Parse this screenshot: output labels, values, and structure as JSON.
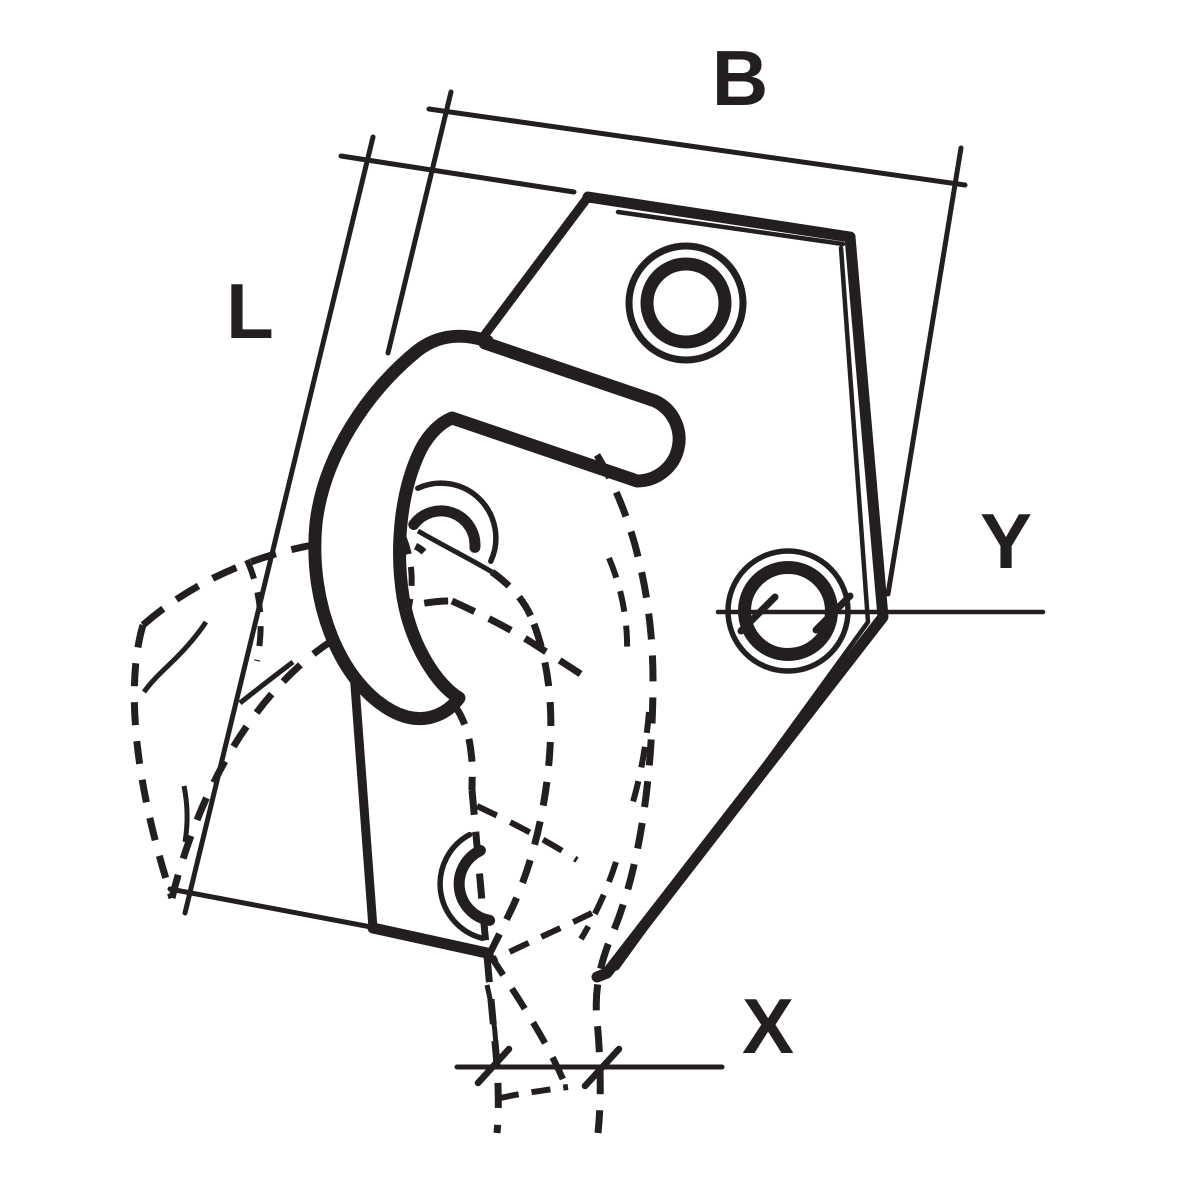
{
  "figure": {
    "colors": {
      "ink": "#231f20",
      "background": "#ffffff"
    },
    "labels": {
      "top": "B",
      "left": "L",
      "right": "Y",
      "bottom": "X"
    }
  }
}
